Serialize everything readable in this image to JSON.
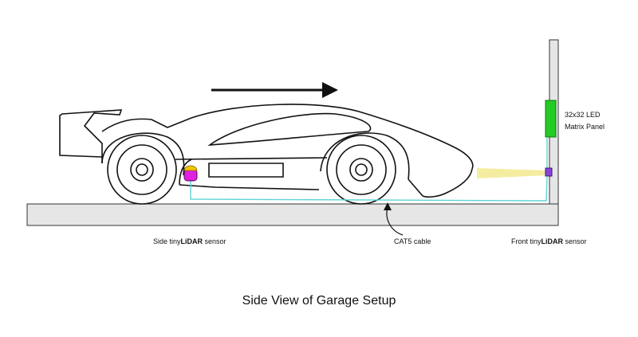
{
  "labels": {
    "led_panel_line1": "32x32 LED",
    "led_panel_line2": "Matrix Panel",
    "side_sensor_prefix": "Side tiny",
    "side_sensor_brand": "LiDAR",
    "side_sensor_suffix": " sensor",
    "cable": "CAT5 cable",
    "front_sensor_prefix": "Front tiny",
    "front_sensor_brand": "LiDAR",
    "front_sensor_suffix": " sensor"
  },
  "title": "Side View of Garage Setup",
  "colors": {
    "outline": "#111111",
    "floor_fill": "#e6e6e6",
    "wall_fill": "#e6e6e6",
    "led_panel": "#22cc22",
    "cable": "#5fd4d4",
    "side_sensor_body": "#e020e0",
    "side_sensor_cap": "#f5c400",
    "front_sensor": "#8a44dd",
    "beam": "#f3ec9a"
  }
}
